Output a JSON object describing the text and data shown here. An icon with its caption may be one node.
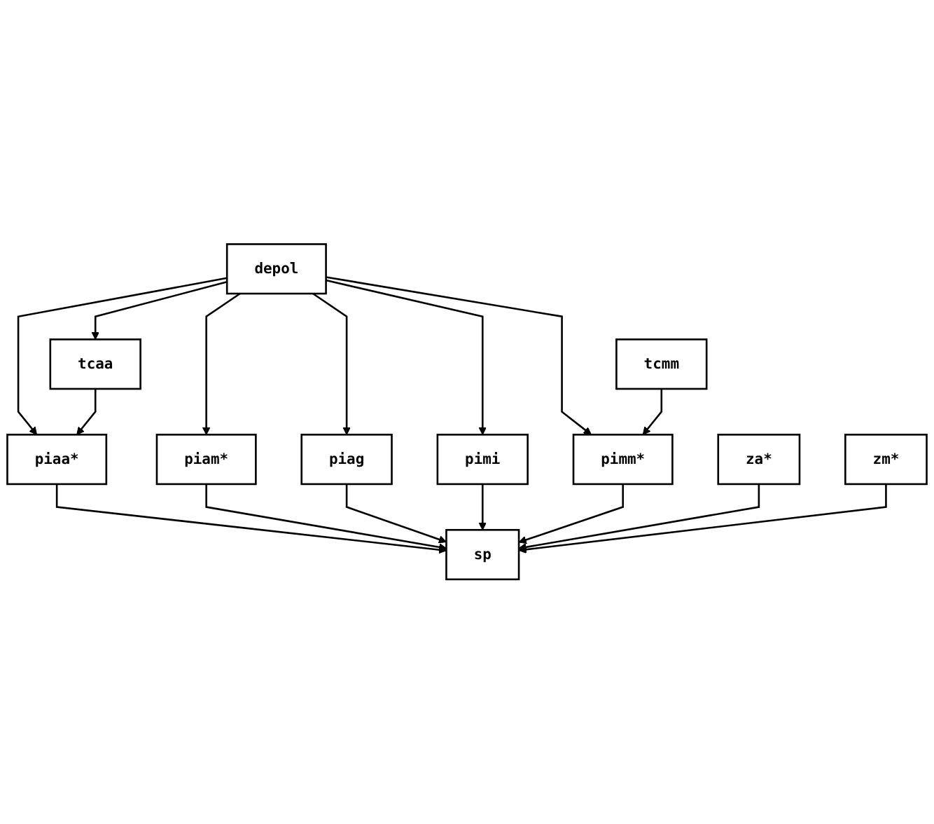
{
  "diagram": {
    "nodes": [
      {
        "text": [
          "depol"
        ]
      },
      {
        "text": [
          "tcaa"
        ]
      },
      {
        "text": [
          "tcmm"
        ]
      },
      {
        "text": [
          "piaa*"
        ]
      },
      {
        "text": [
          "piam*"
        ]
      },
      {
        "text": [
          "piag"
        ]
      },
      {
        "text": [
          "pimi"
        ]
      },
      {
        "text": [
          "pimm*"
        ]
      },
      {
        "text": [
          "sp"
        ]
      },
      {
        "text": [
          "za*"
        ]
      },
      {
        "text": [
          "zm*"
        ]
      }
    ],
    "edges": [
      {
        "from": 0,
        "to": 1,
        "arrow": "to"
      },
      {
        "from": 0,
        "to": 3,
        "arrow": "to"
      },
      {
        "from": 0,
        "to": 4,
        "arrow": "to"
      },
      {
        "from": 0,
        "to": 5,
        "arrow": "to"
      },
      {
        "from": 0,
        "to": 6,
        "arrow": "to"
      },
      {
        "from": 0,
        "to": 7,
        "arrow": "to"
      },
      {
        "from": 1,
        "to": 3,
        "arrow": "to"
      },
      {
        "from": 2,
        "to": 7,
        "arrow": "to"
      },
      {
        "from": 3,
        "to": 8,
        "arrow": "to"
      },
      {
        "from": 4,
        "to": 8,
        "arrow": "to"
      },
      {
        "from": 5,
        "to": 8,
        "arrow": "to"
      },
      {
        "from": 6,
        "to": 8,
        "arrow": "to"
      },
      {
        "from": 7,
        "to": 8,
        "arrow": "to"
      },
      {
        "from": 9,
        "to": 8,
        "arrow": "to"
      },
      {
        "from": 10,
        "to": 8,
        "arrow": "to"
      }
    ]
  }
}
